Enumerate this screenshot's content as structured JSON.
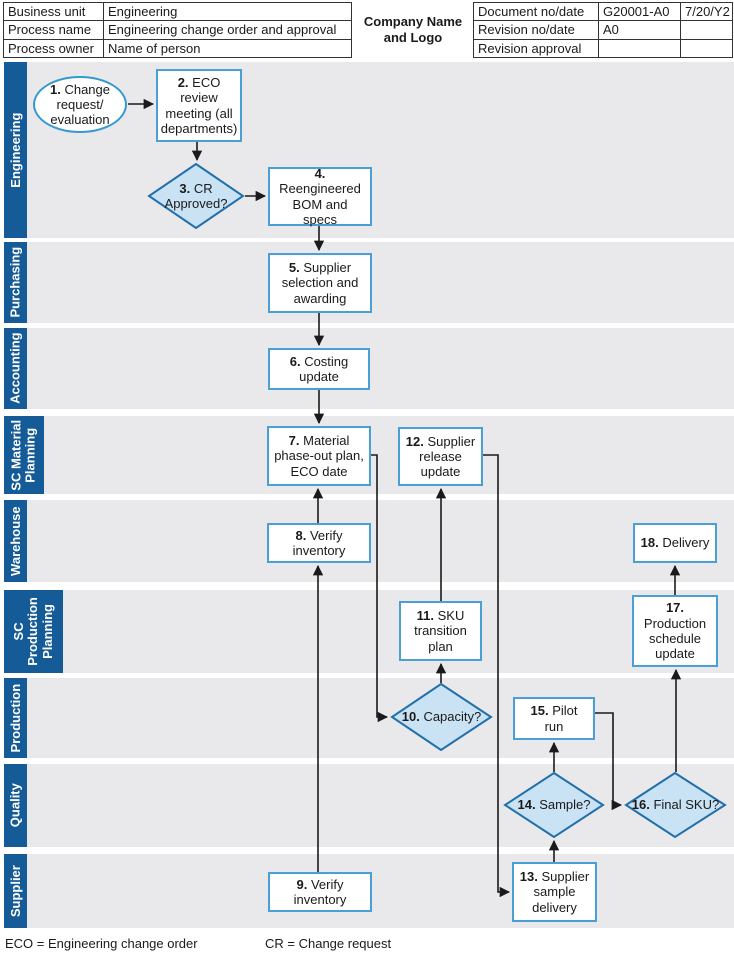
{
  "header": {
    "left_table": {
      "rows": [
        {
          "label": "Business unit",
          "value": "Engineering"
        },
        {
          "label": "Process name",
          "value": "Engineering change order and approval"
        },
        {
          "label": "Process owner",
          "value": "Name of person"
        }
      ]
    },
    "company": "Company Name\nand Logo",
    "right_table": {
      "rows": [
        {
          "label": "Document no/date",
          "value": "G20001-A0",
          "date": "7/20/Y2"
        },
        {
          "label": "Revision no/date",
          "value": "A0",
          "date": ""
        },
        {
          "label": "Revision approval",
          "value": "",
          "date": ""
        }
      ]
    }
  },
  "lanes": [
    "Engineering",
    "Purchasing",
    "Accounting",
    "SC Material\nPlanning",
    "Warehouse",
    "SC\nProduction\nPlanning",
    "Production",
    "Quality",
    "Supplier"
  ],
  "nodes": {
    "n1": {
      "num": "1.",
      "text": "Change request/ evaluation"
    },
    "n2": {
      "num": "2.",
      "text": "ECO review meeting (all departments)"
    },
    "n3": {
      "num": "3.",
      "text": "CR Approved?"
    },
    "n4": {
      "num": "4.",
      "text": "Reengineered BOM and specs"
    },
    "n5": {
      "num": "5.",
      "text": "Supplier selection and awarding"
    },
    "n6": {
      "num": "6.",
      "text": "Costing update"
    },
    "n7": {
      "num": "7.",
      "text": "Material phase-out plan, ECO date"
    },
    "n8": {
      "num": "8.",
      "text": "Verify inventory"
    },
    "n9": {
      "num": "9.",
      "text": "Verify inventory"
    },
    "n10": {
      "num": "10.",
      "text": "Capacity?"
    },
    "n11": {
      "num": "11.",
      "text": "SKU transition plan"
    },
    "n12": {
      "num": "12.",
      "text": "Supplier release update"
    },
    "n13": {
      "num": "13.",
      "text": "Supplier sample delivery"
    },
    "n14": {
      "num": "14.",
      "text": "Sample?"
    },
    "n15": {
      "num": "15.",
      "text": "Pilot run"
    },
    "n16": {
      "num": "16.",
      "text": "Final SKU?"
    },
    "n17": {
      "num": "17.",
      "text": "Production schedule update"
    },
    "n18": {
      "num": "18.",
      "text": "Delivery"
    }
  },
  "legend": {
    "eco": "ECO = Engineering change order",
    "cr": "CR = Change request"
  },
  "colors": {
    "lane_bar": "#155B97",
    "lane_bg": "#E9E9EB",
    "rect_border": "#4AA0D5",
    "ellipse_border": "#3699CE",
    "diamond_fill": "#C9E2F4",
    "diamond_border": "#2270A9",
    "connector": "#1A1A1A",
    "table_border": "#333333"
  }
}
